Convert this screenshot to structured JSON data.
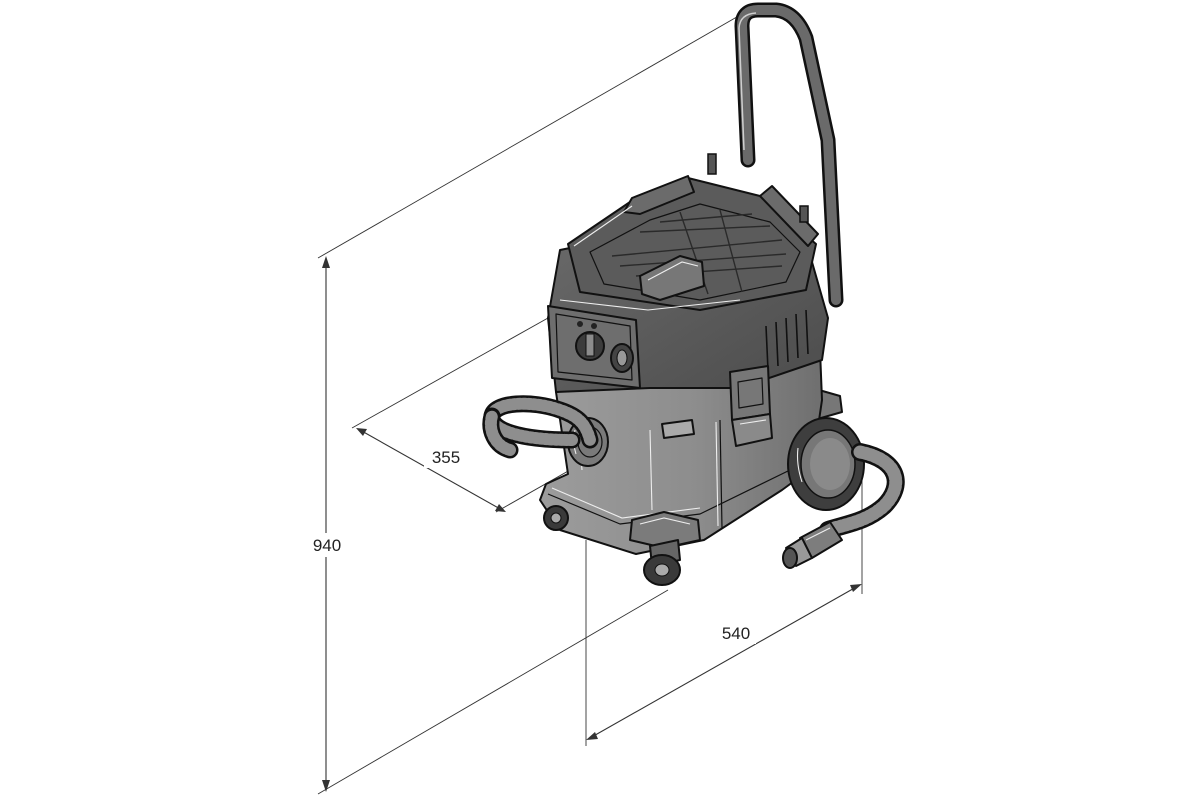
{
  "dimensions": {
    "height_label": "940",
    "depth_label": "355",
    "width_label": "540"
  },
  "colors": {
    "body_dark": "#5a5a5a",
    "body_mid": "#8a8a8a",
    "body_light": "#a8a8a8",
    "outline": "#111111",
    "dimension_line": "#333333"
  }
}
